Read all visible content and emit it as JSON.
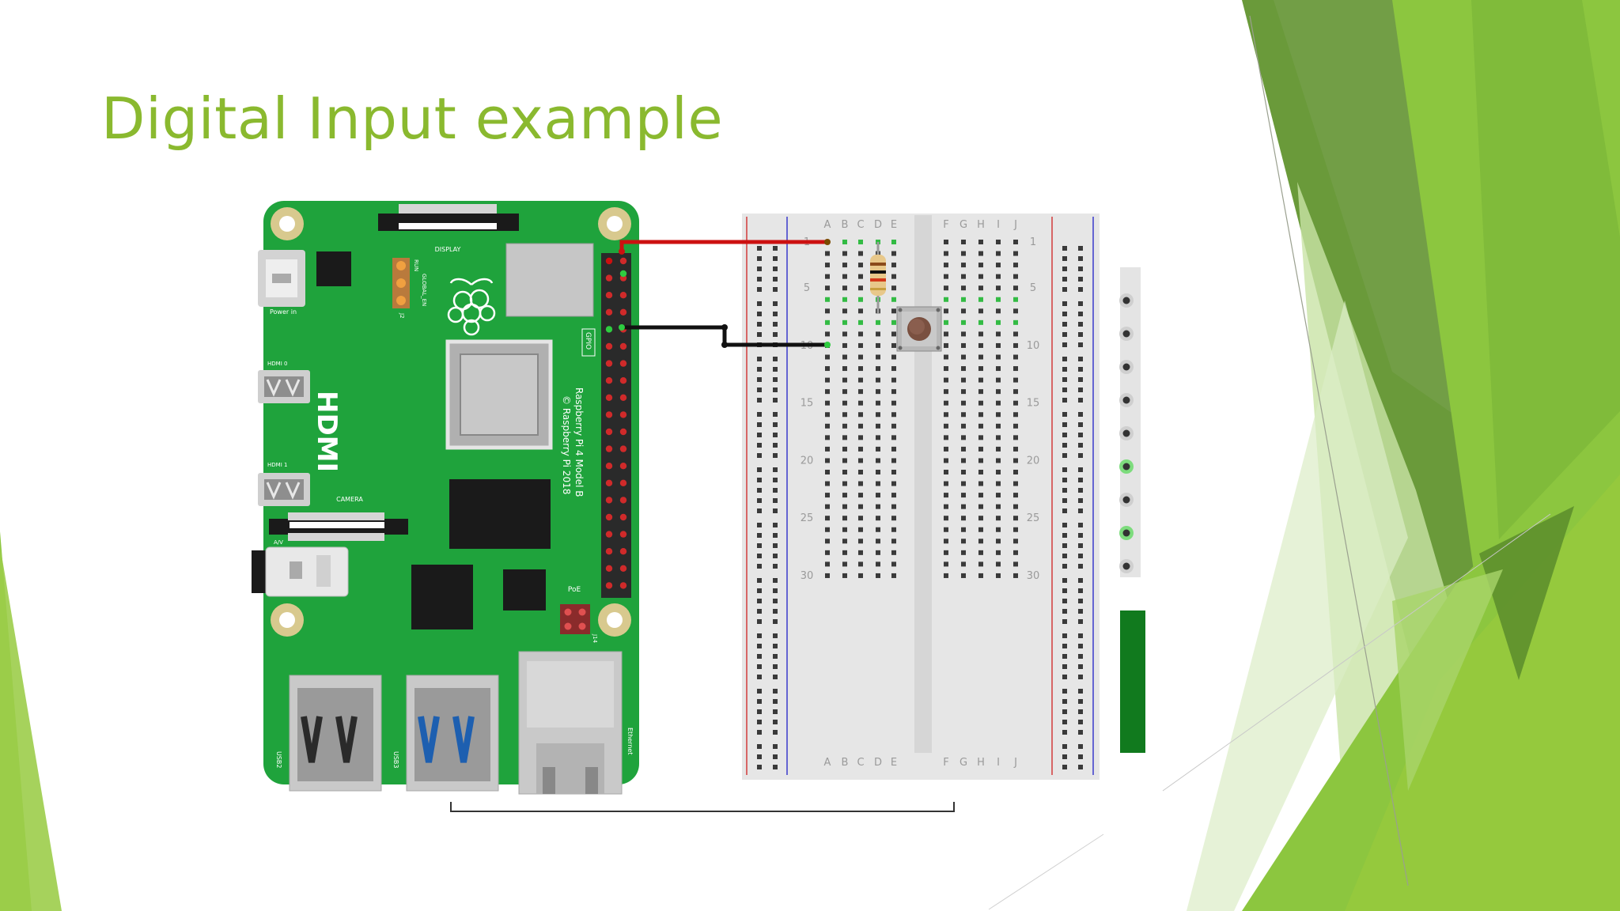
{
  "slide": {
    "title": "Digital Input example"
  },
  "colors": {
    "title": "#8ab92f",
    "pcb": "#1fa33c",
    "wire_power": "#cc1010",
    "wire_signal": "#111111",
    "breadboard": "#e6e6e6",
    "accent_green_dark": "#6a9a3a",
    "accent_green_light": "#8cc63f"
  },
  "raspberry_pi": {
    "display_label": "DISPLAY",
    "power_in_label": "Power in",
    "hdmi0_label": "HDMI 0",
    "hdmi1_label": "HDMI 1",
    "hdmi_big_label": "HDMI",
    "camera_label": "CAMERA",
    "av_label": "A/V",
    "gpio_label": "GPIO",
    "model_label": "Raspberry Pi 4 Model B",
    "copyright_label": "© Raspberry Pi 2018",
    "poe_label": "PoE",
    "usb2_label": "USB2",
    "usb3_label": "USB3",
    "ethernet_label": "Ethernet",
    "run_label": "RUN",
    "global_en_label": "GLOBAL_EN",
    "j2_label": "J2",
    "j14_label": "J14",
    "logo_icon": "raspberry-logo-icon"
  },
  "breadboard": {
    "columns_left": [
      "A",
      "B",
      "C",
      "D",
      "E"
    ],
    "columns_right": [
      "F",
      "G",
      "H",
      "I",
      "J"
    ],
    "row_numbers": [
      "1",
      "5",
      "10",
      "15",
      "20",
      "25",
      "30"
    ]
  },
  "components": {
    "resistor": "resistor-icon",
    "pushbutton": "pushbutton-icon",
    "bracket": "bracket-icon"
  }
}
